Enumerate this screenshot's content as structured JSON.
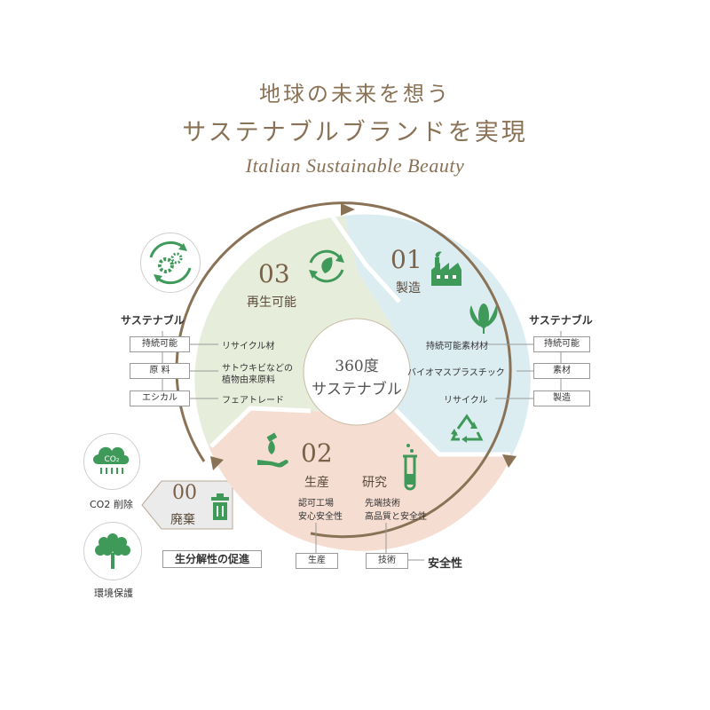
{
  "title": {
    "line1": "地球の未来を想う",
    "line2": "サステナブルブランドを実現",
    "subtitle": "Italian Sustainable Beauty"
  },
  "center": {
    "line1": "360度",
    "line2": "サステナブル"
  },
  "colors": {
    "brand": "#8a7256",
    "icon_green": "#3f9a5a",
    "seg_01": "#dbeef3",
    "seg_02": "#f6ddd2",
    "seg_03": "#e8eedb",
    "seg_00": "#ebebeb",
    "arrow": "#8a7256"
  },
  "segments": {
    "s01": {
      "num": "01",
      "name": "製造"
    },
    "s02": {
      "num": "02",
      "name": "生産",
      "sub": "研究",
      "left_notes": [
        "認可工場",
        "安心安全性"
      ],
      "right_notes": [
        "先端技術",
        "高品質と安全性"
      ]
    },
    "s03": {
      "num": "03",
      "name": "再生可能"
    },
    "s00": {
      "num": "00",
      "name": "廃棄"
    }
  },
  "left_panel": {
    "header": "サステナブル",
    "boxes": [
      "持続可能",
      "原 料",
      "エシカル"
    ],
    "items": [
      {
        "lines": [
          "リサイクル材"
        ]
      },
      {
        "lines": [
          "サトウキビなどの",
          "植物由来原料"
        ]
      },
      {
        "lines": [
          "フェアトレード"
        ]
      }
    ]
  },
  "right_panel": {
    "header": "サステナブル",
    "boxes": [
      "持続可能",
      "素材",
      "製造"
    ],
    "items": [
      "持続可能素材材",
      "バイオマスプラスチック",
      "リサイクル"
    ]
  },
  "bottom": {
    "box_production": "生産",
    "box_tech": "技術",
    "safety": "安全性",
    "biodegrade": "生分解性の促進",
    "co2_label": "CO2 削除",
    "co2_badge": "CO₂",
    "env_label": "環境保護"
  },
  "icons": [
    "recycle-gear-icon",
    "leaf-cycle-icon",
    "factory-icon",
    "corn-icon",
    "recycle-triangle-icon",
    "hand-drop-icon",
    "test-tube-icon",
    "trash-can-icon",
    "co2-cloud-icon",
    "tree-icon"
  ]
}
